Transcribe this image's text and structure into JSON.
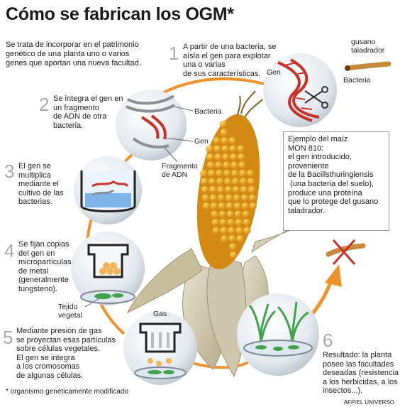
{
  "title": "Cómo se fabrican los OGM*",
  "intro": [
    "Se trata de incorporar en el patrimonio",
    "genético de una planta uno o varios",
    "genes que aportan una nueva facultad."
  ],
  "steps": [
    {
      "number": "1",
      "lines": [
        "A partir de una bacteria, se",
        "aísla el gen para explotar",
        "una o varias",
        "de sus características."
      ]
    },
    {
      "number": "2",
      "lines": [
        "Se integra el gen en",
        "un fragmento",
        "de ADN de otra",
        "bacteria."
      ]
    },
    {
      "number": "3",
      "lines": [
        "El gen se",
        "multiplica",
        "mediante el",
        "cultivo de las",
        "bacterias."
      ]
    },
    {
      "number": "4",
      "lines": [
        "Se fijan copias",
        "del gen en",
        "micropartículas",
        "de metal",
        "(generalmente",
        "tungsteno)."
      ]
    },
    {
      "number": "5",
      "lines": [
        "Mediante presión de gas",
        "se proyectan esas partículas",
        "sobre células vegetales.",
        "El gen se integra",
        "a los cromosomas",
        "de algunas células."
      ]
    },
    {
      "number": "6",
      "lines": [
        "Resultado: la planta",
        "posee las facultades",
        "deseadas (resistencia",
        "a los herbicidas, a los",
        "insectos...)."
      ]
    }
  ],
  "labels": {
    "gusano": [
      "gusano",
      "taladrador"
    ],
    "gen_1": "Gen",
    "bacteria_1": "Bacteria",
    "bacteria_2": "Bacteria",
    "gen_2": "Gen",
    "fragmento": [
      "Fragmento",
      "de ADN"
    ],
    "tejido": [
      "Tejido",
      "vegetal"
    ],
    "gas": "Gas"
  },
  "example_box": [
    "Ejemplo del maíz",
    "MON 810:",
    "el gen introducido,",
    "proveniente",
    "de la Bacillsthuringiensis",
    " (una bacteria del suelo),",
    "produce una proteína",
    "que lo protege del gusano",
    "taladrador."
  ],
  "footnote": "* organismo genéticamente modificado",
  "credit": "AFP/EL UNIVERSO",
  "colors": {
    "arrow": "#f0922b",
    "dna_red": "#c8322b",
    "dna_gray": "#8a8f96",
    "corn": "#e9a31c",
    "leaf": "#3fa34d",
    "number": "#a8a8a8"
  },
  "icons": [
    "dna-strand-icon",
    "scissors-icon",
    "worm-icon",
    "cross-out-icon",
    "petri-dish-icon",
    "cylinder-container-icon",
    "corn-cob-icon",
    "plant-sprout-icon"
  ]
}
